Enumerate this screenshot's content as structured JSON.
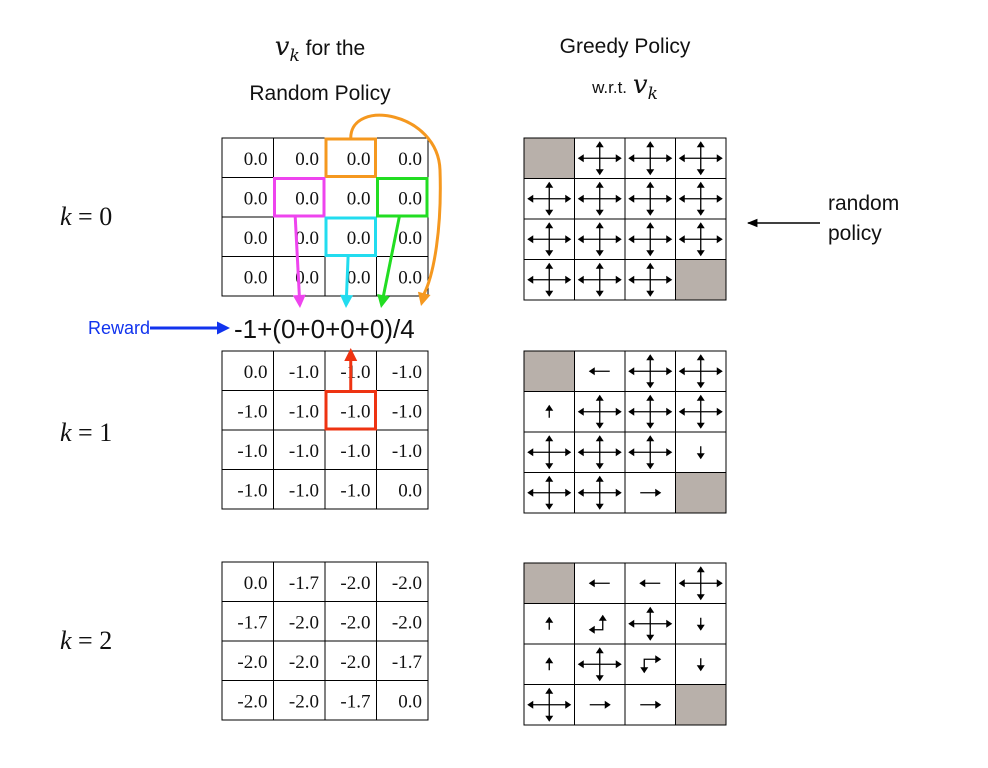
{
  "headers": {
    "left_symbol": "v",
    "left_symbol_sub": "k",
    "left_line1_suffix": " for the",
    "left_line2": "Random Policy",
    "right_line1": "Greedy Policy",
    "right_line2_prefix": "w.r.t.",
    "right_symbol": "v",
    "right_symbol_sub": "k"
  },
  "k_labels": [
    {
      "var": "k",
      "eq": " = 0"
    },
    {
      "var": "k",
      "eq": " = 1"
    },
    {
      "var": "k",
      "eq": " = 2"
    }
  ],
  "value_grids": [
    [
      [
        "0.0",
        "0.0",
        "0.0",
        "0.0"
      ],
      [
        "0.0",
        "0.0",
        "0.0",
        "0.0"
      ],
      [
        "0.0",
        "0.0",
        "0.0",
        "0.0"
      ],
      [
        "0.0",
        "0.0",
        "0.0",
        "0.0"
      ]
    ],
    [
      [
        "0.0",
        "-1.0",
        "-1.0",
        "-1.0"
      ],
      [
        "-1.0",
        "-1.0",
        "-1.0",
        "-1.0"
      ],
      [
        "-1.0",
        "-1.0",
        "-1.0",
        "-1.0"
      ],
      [
        "-1.0",
        "-1.0",
        "-1.0",
        "0.0"
      ]
    ],
    [
      [
        "0.0",
        "-1.7",
        "-2.0",
        "-2.0"
      ],
      [
        "-1.7",
        "-2.0",
        "-2.0",
        "-2.0"
      ],
      [
        "-2.0",
        "-2.0",
        "-2.0",
        "-1.7"
      ],
      [
        "-2.0",
        "-2.0",
        "-1.7",
        "0.0"
      ]
    ]
  ],
  "policy_grids": [
    [
      [
        "T",
        "NSEW",
        "NSEW",
        "NSEW"
      ],
      [
        "NSEW",
        "NSEW",
        "NSEW",
        "NSEW"
      ],
      [
        "NSEW",
        "NSEW",
        "NSEW",
        "NSEW"
      ],
      [
        "NSEW",
        "NSEW",
        "NSEW",
        "T"
      ]
    ],
    [
      [
        "T",
        "W",
        "NSEW",
        "NSEW"
      ],
      [
        "N",
        "NSEW",
        "NSEW",
        "NSEW"
      ],
      [
        "NSEW",
        "NSEW",
        "NSEW",
        "S"
      ],
      [
        "NSEW",
        "NSEW",
        "E",
        "T"
      ]
    ],
    [
      [
        "T",
        "W",
        "W",
        "NSEW"
      ],
      [
        "N",
        "NW",
        "NSEW",
        "S"
      ],
      [
        "N",
        "NSEW",
        "ES",
        "S"
      ],
      [
        "NSEW",
        "E",
        "E",
        "T"
      ]
    ]
  ],
  "annotations": {
    "reward_label": "Reward",
    "equation": "-1+(0+0+0+0)/4",
    "random_policy_line1": "random",
    "random_policy_line2": "policy"
  },
  "colors": {
    "orange": "#f5981f",
    "magenta": "#ee44ee",
    "cyan": "#22dcef",
    "green": "#22dd22",
    "red": "#ee3311",
    "blue": "#1133ee",
    "terminal": "#b8b0aa"
  }
}
